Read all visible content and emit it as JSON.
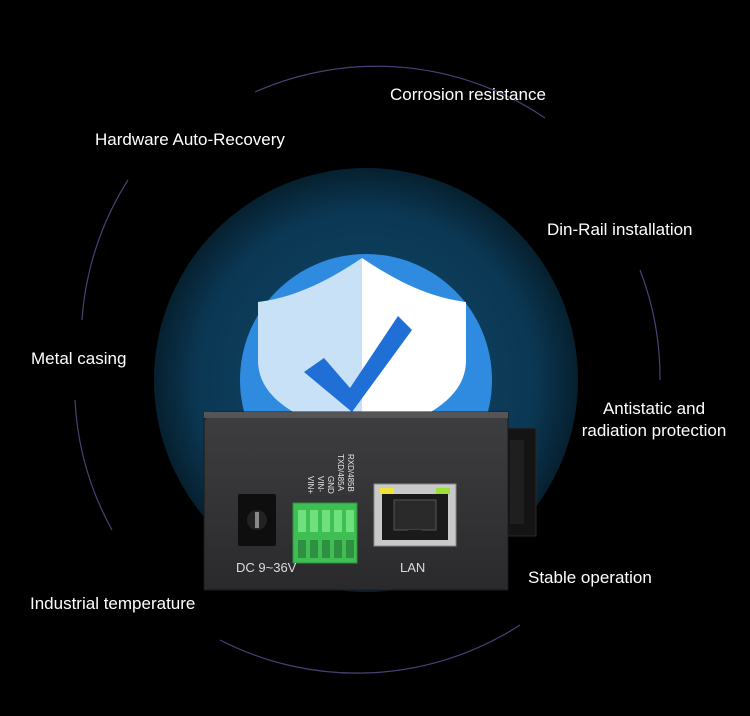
{
  "features": {
    "corrosion": "Corrosion resistance",
    "recovery": "Hardware Auto-Recovery",
    "din_rail": "Din-Rail installation",
    "metal": "Metal casing",
    "antistatic_line1": "Antistatic and",
    "antistatic_line2": "radiation protection",
    "stable": "Stable operation",
    "industrial": "Industrial temperature"
  },
  "device": {
    "power_label": "DC 9~36V",
    "lan_label": "LAN",
    "terminal_labels": [
      "RXD/485B",
      "TXD/485A",
      "GND",
      "VIN-",
      "VIN+"
    ]
  },
  "colors": {
    "background": "#000000",
    "outer_circle": "#0d3e5c",
    "inner_circle": "#2e8be0",
    "shield_left": "#c9e1f6",
    "shield_right": "#ffffff",
    "check": "#1f6fd6",
    "terminal_block": "#3fbf53",
    "device_body": "#3a3a3c"
  },
  "icons": [
    "shield-check-icon"
  ]
}
